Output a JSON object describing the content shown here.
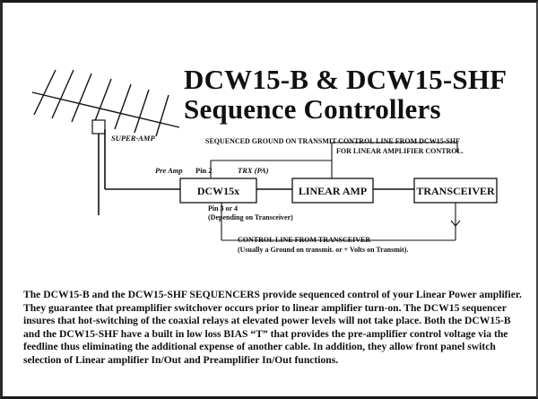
{
  "title": {
    "line1": "DCW15-B & DCW15-SHF",
    "line2": "Sequence Controllers"
  },
  "diagram": {
    "super_amp_label": "SUPER-AMP",
    "sequenced_ground_line1": "SEQUENCED GROUND ON TRANSMIT CONTROL LINE FROM DCW15-SHF",
    "sequenced_ground_line2": "FOR LINEAR AMPLIFIER CONTROL.",
    "pre_amp_label": "Pre Amp",
    "pin2_label": "Pin 2",
    "trx_label": "TRX (PA)",
    "dcw15x_label": "DCW15x",
    "linear_amp_label": "LINEAR AMP",
    "transceiver_label": "TRANSCEIVER",
    "pin34_line1": "Pin 3 or 4",
    "pin34_line2": "(Depending on Transceiver)",
    "control_line1": "CONTROL LINE FROM TRANSCEIVER",
    "control_line2": "(Usually a Ground on transmit. or + Volts on Transmit)."
  },
  "body_text": "The DCW15-B and the DCW15-SHF SEQUENCERS provide sequenced control of your Linear Power amplifier. They guarantee that preamplifier switchover occurs prior to linear amplifier turn-on. The DCW15 sequencer insures that hot-switching of the coaxial relays at elevated power levels will not take place. Both the DCW15-B and the DCW15-SHF have a built in low loss BIAS “T” that provides the pre-amplifier control voltage via the feedline thus eliminating the additional expense of another cable. In addition, they allow front panel switch selection of Linear amplifier In/Out and Preamplifier In/Out functions."
}
